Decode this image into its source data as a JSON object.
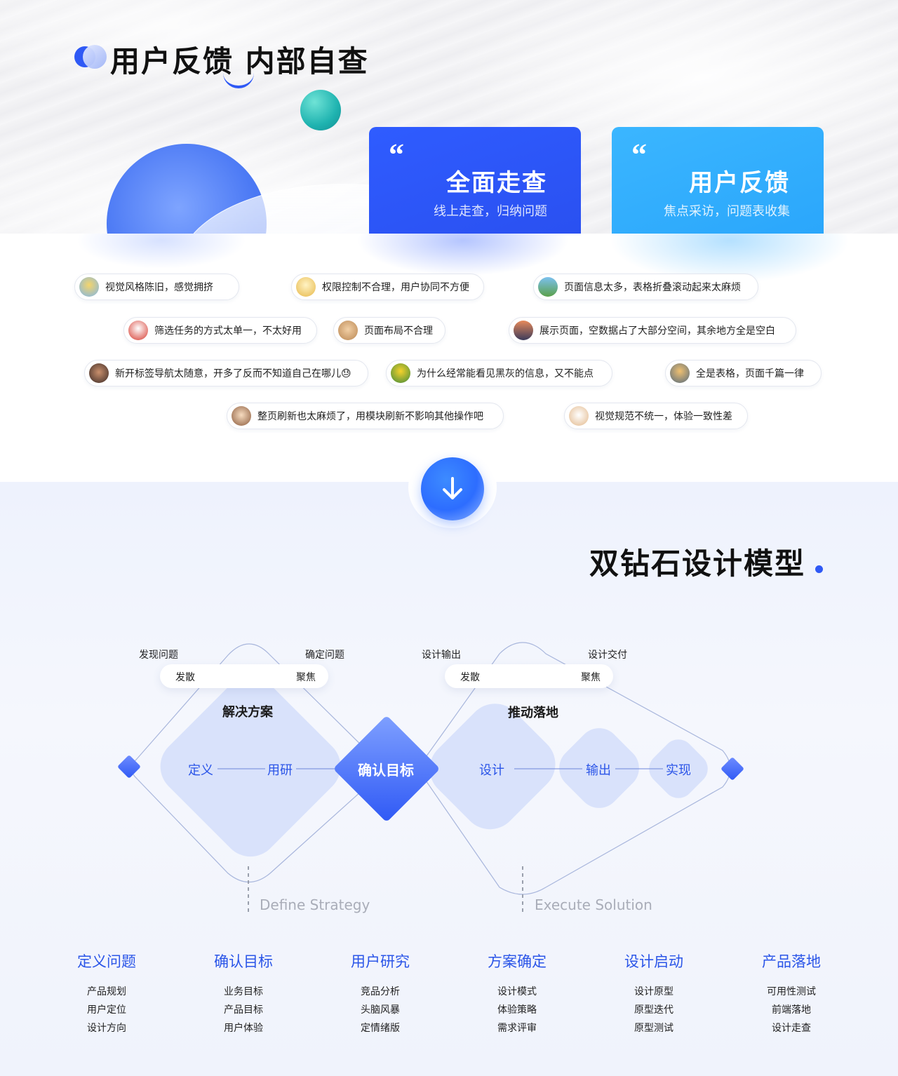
{
  "hero": {
    "title": "用户反馈 内部自查",
    "cards": [
      {
        "quote": "“",
        "title": "全面走查",
        "subtitle": "线上走查，归纳问题",
        "color": "#2f5cff"
      },
      {
        "quote": "“",
        "title": "用户反馈",
        "subtitle": "焦点采访，问题表收集",
        "color": "#3bb6ff"
      }
    ]
  },
  "feedback": [
    "视觉风格陈旧，感觉拥挤",
    "权限控制不合理，用户协同不方便",
    "页面信息太多，表格折叠滚动起来太麻烦",
    "筛选任务的方式太单一，不太好用",
    "页面布局不合理",
    "展示页面，空数据占了大部分空间，其余地方全是空白",
    "新开标签导航太随意，开多了反而不知道自己在哪儿😓",
    "为什么经常能看见黑灰的信息，又不能点",
    "全是表格，页面千篇一律",
    "整页刷新也太麻烦了，用模块刷新不影响其他操作吧",
    "视觉规范不统一，体验一致性差"
  ],
  "model": {
    "title": "双钻石设计模型",
    "top_labels": [
      "发现问题",
      "确定问题",
      "设计输出",
      "设计交付"
    ],
    "left_bar": {
      "left": "发散",
      "right": "聚焦"
    },
    "right_bar": {
      "left": "发散",
      "right": "聚焦"
    },
    "left_section": "解决方案",
    "right_section": "推动落地",
    "nodes": {
      "define": "定义",
      "research": "用研",
      "center": "确认目标",
      "design": "设计",
      "output": "输出",
      "realize": "实现"
    },
    "left_en": "Define Strategy",
    "right_en": "Execute Solution",
    "accent": "#2f59f5"
  },
  "stages": [
    {
      "title": "定义问题",
      "items": [
        "产品规划",
        "用户定位",
        "设计方向"
      ]
    },
    {
      "title": "确认目标",
      "items": [
        "业务目标",
        "产品目标",
        "用户体验"
      ]
    },
    {
      "title": "用户研究",
      "items": [
        "竞品分析",
        "头脑风暴",
        "定情绪版"
      ]
    },
    {
      "title": "方案确定",
      "items": [
        "设计模式",
        "体验策略",
        "需求评审"
      ]
    },
    {
      "title": "设计启动",
      "items": [
        "设计原型",
        "原型迭代",
        "原型测试"
      ]
    },
    {
      "title": "产品落地",
      "items": [
        "可用性测试",
        "前端落地",
        "设计走查"
      ]
    }
  ]
}
